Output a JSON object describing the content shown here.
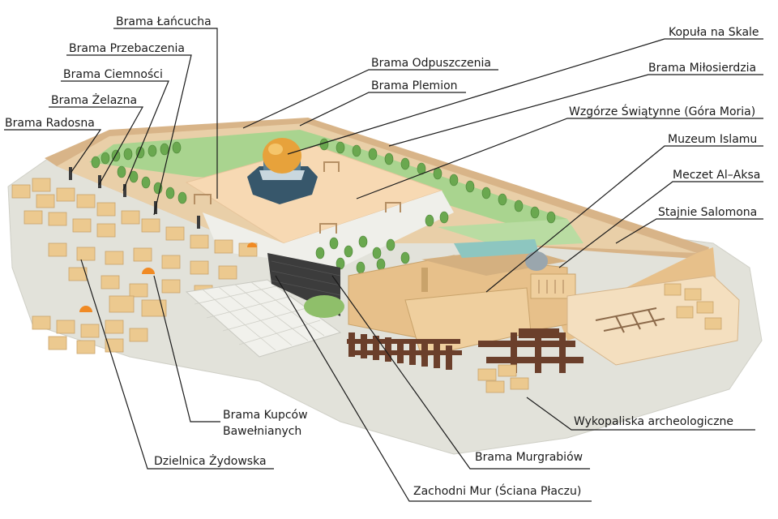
{
  "labels": {
    "brama_lancucha": "Brama Łańcucha",
    "brama_przebaczenia": "Brama Przebaczenia",
    "brama_ciemnosci": "Brama Ciemności",
    "brama_zelazna": "Brama Żelazna",
    "brama_radosna": "Brama Radosna",
    "brama_odpuszczenia": "Brama Odpuszczenia",
    "brama_plemion": "Brama Plemion",
    "kopula_na_skale": "Kopuła na Skale",
    "brama_milosierdzia": "Brama Miłosierdzia",
    "wzgorze_swiatynne": "Wzgórze Świątynne (Góra Moria)",
    "muzeum_islamu": "Muzeum Islamu",
    "meczet_al_aksa": "Meczet Al–Aksa",
    "stajnie_salomona": "Stajnie Salomona",
    "brama_kupcow_1": "Brama Kupców",
    "brama_kupcow_2": "Bawełnianych",
    "wykopaliska": "Wykopaliska archeologiczne",
    "dzielnica_zydowska": "Dzielnica Żydowska",
    "brama_murgrabiow": "Brama Murgrabiów",
    "zachodni_mur": "Zachodni Mur (Ściana Płaczu)"
  },
  "colors": {
    "plaza": "#f7d9b3",
    "wall_top": "#d8b488",
    "wall_face": "#e7c08a",
    "ground": "#e2e2da",
    "lawn": "#a9d48f",
    "tree": "#6aa84f",
    "dome": "#e7a23b",
    "octagon": "#37576b",
    "western_wall": "#3c3c3c",
    "stone": "#ecc98f",
    "excavation": "#6b3f2b",
    "label_text": "#1a1a1a"
  }
}
